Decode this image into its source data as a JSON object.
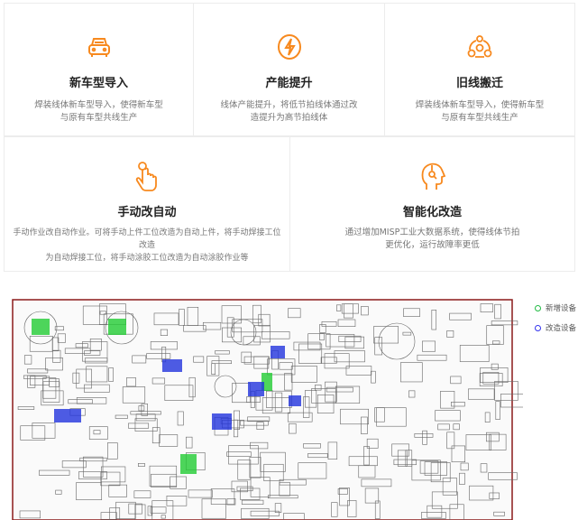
{
  "accent": "#f7891e",
  "cards": [
    {
      "icon": "car-icon",
      "title": "新车型导入",
      "desc": "焊装线体新车型导入，使得新车型\n与原有车型共线生产"
    },
    {
      "icon": "lightning-icon",
      "title": "产能提升",
      "desc": "线体产能提升，将低节拍线体通过改\n造提升为高节拍线体"
    },
    {
      "icon": "relocation-icon",
      "title": "旧线搬迁",
      "desc": "焊装线体新车型导入，使得新车型\n与原有车型共线生产"
    },
    {
      "icon": "hand-pointer-icon",
      "title": "手动改自动",
      "desc": "手动作业改自动作业。可将手动上件工位改造为自动上件，将手动焊接工位\n改造\n为自动焊接工位，将手动涂胶工位改造为自动涂胶作业等"
    },
    {
      "icon": "ai-head-icon",
      "title": "智能化改造",
      "desc": "通过增加MISP工业大数据系统，使得线体节拍\n更优化，运行故障率更低"
    }
  ],
  "legend": [
    {
      "label": "新增设备",
      "color": "#22bb44"
    },
    {
      "label": "改造设备",
      "color": "#3333ee"
    }
  ]
}
